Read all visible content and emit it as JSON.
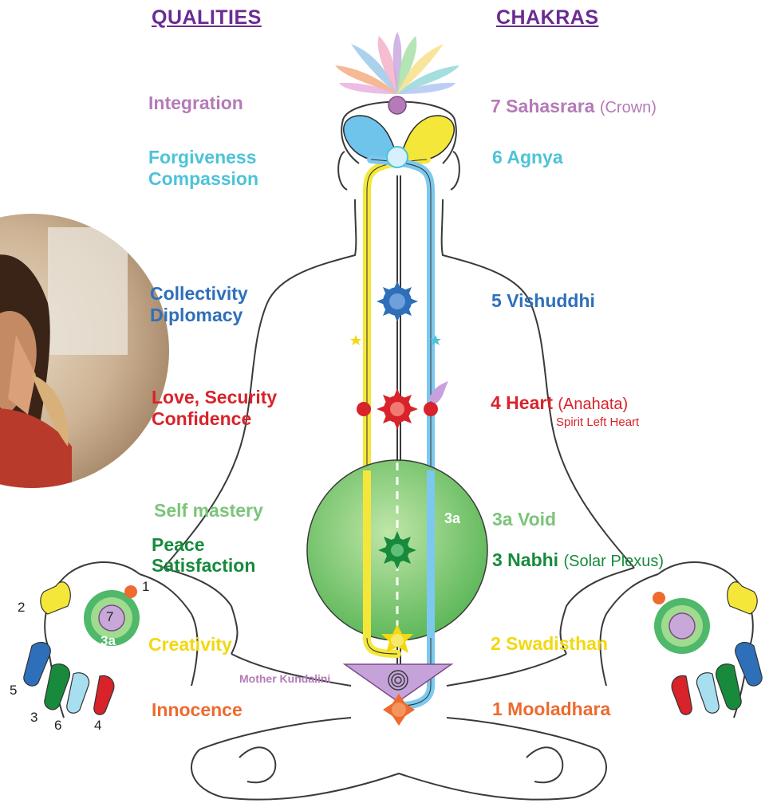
{
  "headers": {
    "qualities": "QUALITIES",
    "chakras": "CHAKRAS"
  },
  "qualities": {
    "integration": "Integration",
    "forgiveness": "Forgiveness",
    "compassion": "Compassion",
    "collectivity": "Collectivity",
    "diplomacy": "Diplomacy",
    "love_security": "Love, Security",
    "confidence": "Confidence",
    "self_mastery": "Self mastery",
    "peace": "Peace",
    "satisfaction": "Satisfaction",
    "creativity": "Creativity",
    "innocence": "Innocence"
  },
  "chakras": {
    "sahasrara": "7 Sahasrara",
    "sahasrara_note": "(Crown)",
    "agnya": "6 Agnya",
    "vishuddhi": "5 Vishuddhi",
    "heart": "4 Heart",
    "heart_note": "(Anahata)",
    "spirit_left_heart": "Spirit Left Heart",
    "void": "3a Void",
    "nabhi": "3 Nabhi",
    "nabhi_note": "(Solar Plexus)",
    "swadisthan": "2 Swadisthan",
    "mooladhara": "1 Mooladhara"
  },
  "center": {
    "mother_kundalini": "Mother Kundalini",
    "void_label": "3a"
  },
  "left_hand": {
    "palm_center": "7",
    "palm_ring": "3a",
    "fingers": {
      "thumb": "1",
      "index": "2",
      "middle": "5",
      "ring": "3",
      "ring_2": "6",
      "little": "4"
    }
  },
  "colors": {
    "header": "#6b2c91",
    "sahasrara": "#b57ab8",
    "agnya": "#4dc3d8",
    "vishuddhi": "#2e6fba",
    "heart": "#d8232a",
    "void": "#7cc47a",
    "nabhi": "#178a3c",
    "swadisthan": "#f2d80f",
    "mooladhara": "#ee6a2e",
    "left_channel": "#f5e73a",
    "right_channel": "#7cc8ee"
  }
}
